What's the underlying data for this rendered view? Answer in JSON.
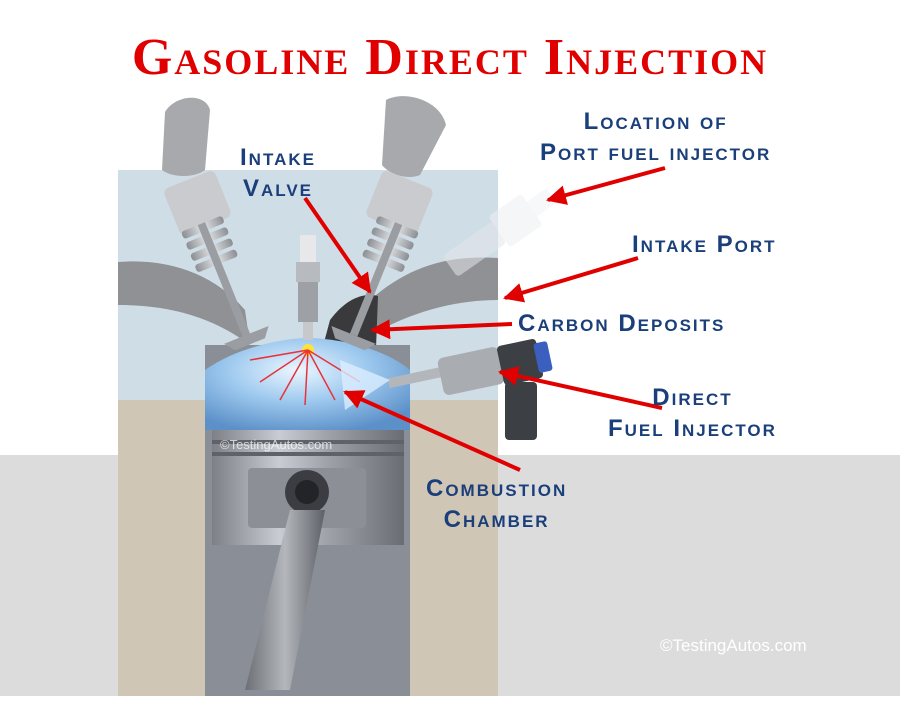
{
  "title": "Gasoline Direct Injection",
  "labels": {
    "intake_valve": [
      "Intake",
      "Valve"
    ],
    "port_injector": [
      "Location of",
      "Port fuel injector"
    ],
    "intake_port": "Intake Port",
    "carbon_deposits": "Carbon Deposits",
    "direct_injector": [
      "Direct",
      "Fuel Injector"
    ],
    "combustion_chamber": [
      "Combustion",
      "Chamber"
    ]
  },
  "watermarks": {
    "piston": "©TestingAutos.com",
    "corner": "©TestingAutos.com"
  },
  "colors": {
    "title": "#e00000",
    "label_text": "#1a3f7a",
    "arrow": "#e00000",
    "cylinder_head": "#cfdde6",
    "engine_block": "#cfc6b6",
    "background_gray": "#dcdcdc"
  }
}
